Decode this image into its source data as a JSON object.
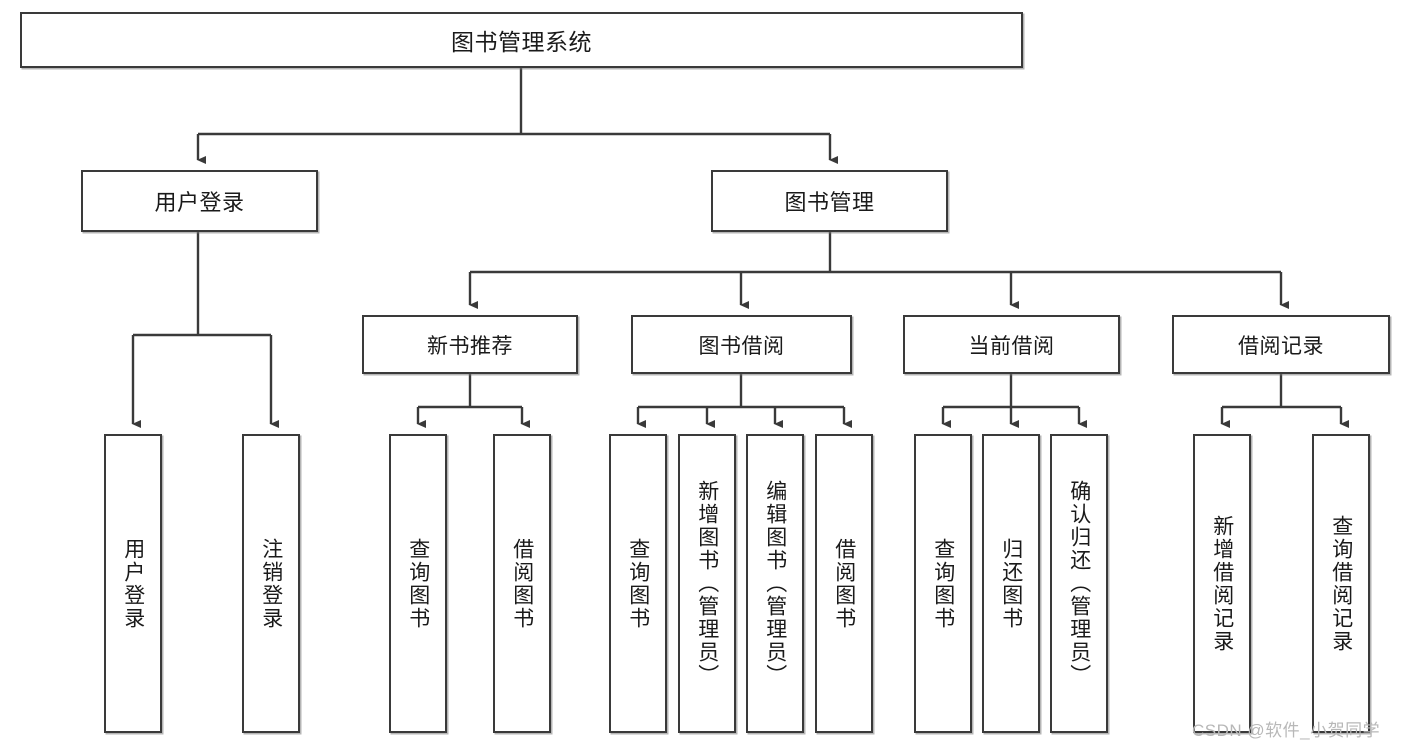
{
  "diagram": {
    "title": "图书管理系统",
    "type": "tree-hierarchy",
    "root": {
      "label": "图书管理系统"
    },
    "level2": [
      {
        "label": "用户登录"
      },
      {
        "label": "图书管理"
      }
    ],
    "level3": [
      {
        "label": "新书推荐"
      },
      {
        "label": "图书借阅"
      },
      {
        "label": "当前借阅"
      },
      {
        "label": "借阅记录"
      }
    ],
    "leaves": {
      "user_login": [
        {
          "label": "用户登录"
        },
        {
          "label": "注销登录"
        }
      ],
      "new_book_recommend": [
        {
          "label": "查询图书"
        },
        {
          "label": "借阅图书"
        }
      ],
      "book_borrow": [
        {
          "label": "查询图书"
        },
        {
          "label": "新增图书（管理员）"
        },
        {
          "label": "编辑图书（管理员）"
        },
        {
          "label": "借阅图书"
        }
      ],
      "current_borrow": [
        {
          "label": "查询图书"
        },
        {
          "label": "归还图书"
        },
        {
          "label": "确认归还（管理员）"
        }
      ],
      "borrow_record": [
        {
          "label": "新增借阅记录"
        },
        {
          "label": "查询借阅记录"
        }
      ]
    }
  },
  "watermark": {
    "text": "CSDN @软件_小贺同学"
  },
  "colors": {
    "border": "#3a3a3a",
    "background": "#ffffff",
    "text": "#1a1a1a",
    "watermark": "#b8b8b8"
  }
}
